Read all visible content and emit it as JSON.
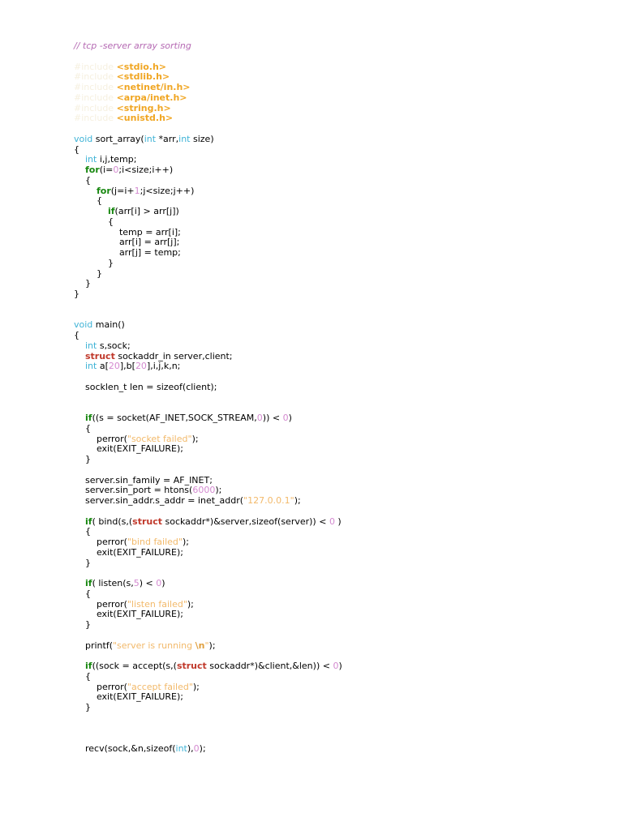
{
  "document": {
    "title_comment": "// tcp -server array sorting",
    "colors": {
      "keyword_type": "#3fb3d6",
      "keyword_control": "#17870f",
      "keyword_struct": "#c0392b",
      "number": "#d48ad0",
      "string": "#f2b96a",
      "comment": "#b56ab3",
      "header": "#f0a623",
      "preprocessor": "#f6f0e0",
      "text": "#000000",
      "background": "#ffffff"
    },
    "lines": [
      [
        [
          "cmt",
          "// tcp -server array sorting"
        ]
      ],
      [],
      [
        [
          "pp",
          "#include "
        ],
        [
          "hdr",
          "<stdio.h>"
        ]
      ],
      [
        [
          "pp",
          "#include "
        ],
        [
          "hdr",
          "<stdlib.h>"
        ]
      ],
      [
        [
          "pp",
          "#include "
        ],
        [
          "hdr",
          "<netinet/in.h>"
        ]
      ],
      [
        [
          "pp",
          "#include "
        ],
        [
          "hdr",
          "<arpa/inet.h>"
        ]
      ],
      [
        [
          "pp",
          "#include "
        ],
        [
          "hdr",
          "<string.h>"
        ]
      ],
      [
        [
          "pp",
          "#include "
        ],
        [
          "hdr",
          "<unistd.h>"
        ]
      ],
      [],
      [
        [
          "kw",
          "void"
        ],
        [
          "t",
          " sort_array("
        ],
        [
          "kw",
          "int"
        ],
        [
          "t",
          " *arr,"
        ],
        [
          "kw",
          "int"
        ],
        [
          "t",
          " size)"
        ]
      ],
      [
        [
          "t",
          "{"
        ]
      ],
      [
        [
          "t",
          "    "
        ],
        [
          "kw",
          "int"
        ],
        [
          "t",
          " i,j,temp;"
        ]
      ],
      [
        [
          "t",
          "    "
        ],
        [
          "ctl",
          "for"
        ],
        [
          "t",
          "(i="
        ],
        [
          "num",
          "0"
        ],
        [
          "t",
          ";i<size;i++)"
        ]
      ],
      [
        [
          "t",
          "    {"
        ]
      ],
      [
        [
          "t",
          "        "
        ],
        [
          "ctl",
          "for"
        ],
        [
          "t",
          "(j=i+"
        ],
        [
          "num",
          "1"
        ],
        [
          "t",
          ";j<size;j++)"
        ]
      ],
      [
        [
          "t",
          "        {"
        ]
      ],
      [
        [
          "t",
          "            "
        ],
        [
          "ctl",
          "if"
        ],
        [
          "t",
          "(arr[i] > arr[j])"
        ]
      ],
      [
        [
          "t",
          "            {"
        ]
      ],
      [
        [
          "t",
          "                temp = arr[i];"
        ]
      ],
      [
        [
          "t",
          "                arr[i] = arr[j];"
        ]
      ],
      [
        [
          "t",
          "                arr[j] = temp;"
        ]
      ],
      [
        [
          "t",
          "            }"
        ]
      ],
      [
        [
          "t",
          "        }"
        ]
      ],
      [
        [
          "t",
          "    }"
        ]
      ],
      [
        [
          "t",
          "}"
        ]
      ],
      [],
      [],
      [
        [
          "kw",
          "void"
        ],
        [
          "t",
          " main()"
        ]
      ],
      [
        [
          "t",
          "{"
        ]
      ],
      [
        [
          "t",
          "    "
        ],
        [
          "kw",
          "int"
        ],
        [
          "t",
          " s,sock;"
        ]
      ],
      [
        [
          "t",
          "    "
        ],
        [
          "st",
          "struct"
        ],
        [
          "t",
          " sockaddr_in server,client;"
        ]
      ],
      [
        [
          "t",
          "    "
        ],
        [
          "kw",
          "int"
        ],
        [
          "t",
          " a["
        ],
        [
          "num",
          "20"
        ],
        [
          "t",
          "],b["
        ],
        [
          "num",
          "20"
        ],
        [
          "t",
          "],i,j,k,n;"
        ]
      ],
      [],
      [
        [
          "t",
          "    socklen_t len = sizeof(client);"
        ]
      ],
      [],
      [],
      [
        [
          "t",
          "    "
        ],
        [
          "ctl",
          "if"
        ],
        [
          "t",
          "((s = socket(AF_INET,SOCK_STREAM,"
        ],
        [
          "num",
          "0"
        ],
        [
          "t",
          ")) < "
        ],
        [
          "num",
          "0"
        ],
        [
          "t",
          ")"
        ]
      ],
      [
        [
          "t",
          "    {"
        ]
      ],
      [
        [
          "t",
          "        perror("
        ],
        [
          "str",
          "\"socket failed\""
        ],
        [
          "t",
          ");"
        ]
      ],
      [
        [
          "t",
          "        exit(EXIT_FAILURE);"
        ]
      ],
      [
        [
          "t",
          "    }"
        ]
      ],
      [],
      [
        [
          "t",
          "    server.sin_family = AF_INET;"
        ]
      ],
      [
        [
          "t",
          "    server.sin_port = htons("
        ],
        [
          "num",
          "6000"
        ],
        [
          "t",
          ");"
        ]
      ],
      [
        [
          "t",
          "    server.sin_addr.s_addr = inet_addr("
        ],
        [
          "str",
          "\"127.0.0.1\""
        ],
        [
          "t",
          ");"
        ]
      ],
      [],
      [
        [
          "t",
          "    "
        ],
        [
          "ctl",
          "if"
        ],
        [
          "t",
          "( bind(s,("
        ],
        [
          "st",
          "struct"
        ],
        [
          "t",
          " sockaddr*)&server,sizeof(server)) < "
        ],
        [
          "num",
          "0"
        ],
        [
          "t",
          " )"
        ]
      ],
      [
        [
          "t",
          "    {"
        ]
      ],
      [
        [
          "t",
          "        perror("
        ],
        [
          "str",
          "\"bind failed\""
        ],
        [
          "t",
          ");"
        ]
      ],
      [
        [
          "t",
          "        exit(EXIT_FAILURE);"
        ]
      ],
      [
        [
          "t",
          "    }"
        ]
      ],
      [],
      [
        [
          "t",
          "    "
        ],
        [
          "ctl",
          "if"
        ],
        [
          "t",
          "( listen(s,"
        ],
        [
          "num",
          "5"
        ],
        [
          "t",
          ") < "
        ],
        [
          "num",
          "0"
        ],
        [
          "t",
          ")"
        ]
      ],
      [
        [
          "t",
          "    {"
        ]
      ],
      [
        [
          "t",
          "        perror("
        ],
        [
          "str",
          "\"listen failed\""
        ],
        [
          "t",
          ");"
        ]
      ],
      [
        [
          "t",
          "        exit(EXIT_FAILURE);"
        ]
      ],
      [
        [
          "t",
          "    }"
        ]
      ],
      [],
      [
        [
          "t",
          "    printf("
        ],
        [
          "str",
          "\"server is running "
        ],
        [
          "esc",
          "\\n"
        ],
        [
          "str",
          "\""
        ],
        [
          "t",
          ");"
        ]
      ],
      [],
      [
        [
          "t",
          "    "
        ],
        [
          "ctl",
          "if"
        ],
        [
          "t",
          "((sock = accept(s,("
        ],
        [
          "st",
          "struct"
        ],
        [
          "t",
          " sockaddr*)&client,&len)) < "
        ],
        [
          "num",
          "0"
        ],
        [
          "t",
          ")"
        ]
      ],
      [
        [
          "t",
          "    {"
        ]
      ],
      [
        [
          "t",
          "        perror("
        ],
        [
          "str",
          "\"accept failed\""
        ],
        [
          "t",
          ");"
        ]
      ],
      [
        [
          "t",
          "        exit(EXIT_FAILURE);"
        ]
      ],
      [
        [
          "t",
          "    }"
        ]
      ],
      [],
      [],
      [],
      [
        [
          "t",
          "    recv(sock,&n,sizeof("
        ],
        [
          "kw",
          "int"
        ],
        [
          "t",
          "),"
        ],
        [
          "num",
          "0"
        ],
        [
          "t",
          ");"
        ]
      ]
    ]
  }
}
